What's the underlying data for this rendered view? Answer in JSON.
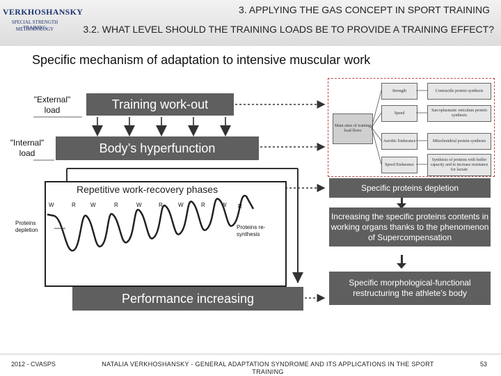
{
  "header": {
    "logo_lines": [
      "VERKHOSHANSKY",
      "SPECIAL STRENGTH TRAINING",
      "METHODOLOGY"
    ],
    "title": "3. APPLYING THE GAS CONCEPT IN SPORT TRAINING",
    "subtitle": "3.2. WHAT LEVEL SHOULD THE TRAINING LOADS BE TO PROVIDE A TRAINING EFFECT?"
  },
  "slide_title": "Specific mechanism of adaptation to intensive muscular work",
  "left": {
    "external_label": "\"External\" load",
    "internal_label": "\"Internal\" load",
    "training_workout": "Training work-out",
    "body_hyperfunction": "Body’s hyperfunction",
    "repetitive_title": "Repetitive work-recovery phases",
    "phase_labels": [
      "W",
      "R",
      "W",
      "R",
      "W",
      "R",
      "W",
      "R",
      "W",
      "R"
    ],
    "proteins_depletion": "Proteins depletion",
    "proteins_resynthesis": "Proteins re-synthesis",
    "performance": "Performance increasing"
  },
  "side_diagram": {
    "main": "Main aims of training load flows",
    "aims": [
      "Strength",
      "Speed",
      "Aerobic Endurance",
      "Speed Endurance"
    ],
    "effects": [
      "Contractile protein synthesis",
      "Sarcoplasmatic reticulum protein synthesis",
      "Mitochondrial protein synthesis",
      "Synthesis of proteins with buffer capacity and to increase resistance for lactate"
    ]
  },
  "right": {
    "depletion": "Specific proteins depletion",
    "increasing": "Increasing the specific proteins contents in working organs thanks to the phenomenon of Supercompensation",
    "restructuring": "Specific morphological-functional restructuring the athlete’s body"
  },
  "footer": {
    "left": "2012 - CVASPS",
    "center": "NATALIA VERKHOSHANSKY - GENERAL ADAPTATION SYNDROME AND ITS APPLICATIONS IN THE SPORT TRAINING",
    "page": "53"
  }
}
